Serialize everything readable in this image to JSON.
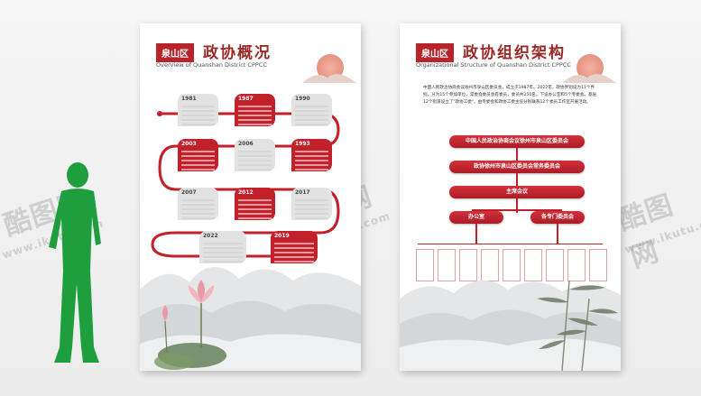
{
  "watermark": {
    "brand": "酷图网",
    "url": "www.ikutu.com"
  },
  "left_panel": {
    "tag": "泉山区",
    "title": "政协概况",
    "subtitle": "Overview of Quanshan District CPPCC",
    "timeline": [
      {
        "year": "1981",
        "style": "grey"
      },
      {
        "year": "1987",
        "style": "red"
      },
      {
        "year": "1990",
        "style": "grey"
      },
      {
        "year": "2003",
        "style": "red"
      },
      {
        "year": "2006",
        "style": "grey"
      },
      {
        "year": "1993",
        "style": "red"
      },
      {
        "year": "2007",
        "style": "grey"
      },
      {
        "year": "2012",
        "style": "red"
      },
      {
        "year": "2017",
        "style": "grey"
      },
      {
        "year": "2022",
        "style": "grey"
      },
      {
        "year": "2019",
        "style": "red"
      }
    ]
  },
  "right_panel": {
    "tag": "泉山区",
    "title": "政协组织架构",
    "subtitle": "Organizational Structure of Quanshan District CPPCC",
    "intro": "中国人民政治协商会议徐州市泉山区委员会，成立于1987年。2022年，政协界别设为11个界别，分为15个参加单位，常委会委员会有委员，委员共250名。下设办公室和5个专委会。基层12个街道设立了\"政协工委\"，由专委会和政协工委主任分别联系12个委员工作室开展活动。",
    "org": {
      "level1": "中国人民政治协商会议徐州市泉山区委员会",
      "level2": "政协徐州市泉山区委员会常务委员会",
      "level3": "主席会议",
      "level4_left": "办公室",
      "level4_right": "各专门委员会"
    }
  }
}
